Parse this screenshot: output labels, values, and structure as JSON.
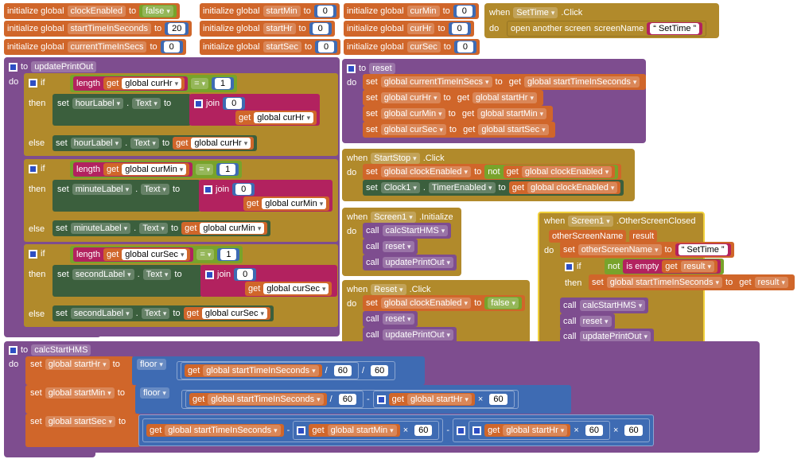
{
  "kw": {
    "init_global": "initialize global",
    "to": "to",
    "when": "when",
    "do": "do",
    "if": "if",
    "then": "then",
    "else": "else",
    "set": "set",
    "get": "get",
    "call": "call",
    "length": "length",
    "join": "join",
    "not": "not",
    "is_empty": "is empty",
    "floor": "floor",
    "dot": ".",
    "eq": "=",
    "div": "/",
    "minus": "-",
    "times": "×",
    "open_screen": "open another screen",
    "screenName": "screenName"
  },
  "vars": {
    "clockEnabled": "clockEnabled",
    "startTimeInSeconds": "startTimeInSeconds",
    "currentTimeInSecs": "currentTimeInSecs",
    "startMin": "startMin",
    "startHr": "startHr",
    "startSec": "startSec",
    "curMin": "curMin",
    "curHr": "curHr",
    "curSec": "curSec",
    "g_curHr": "global curHr",
    "g_curMin": "global curMin",
    "g_curSec": "global curSec",
    "g_startHr": "global startHr",
    "g_startMin": "global startMin",
    "g_startSec": "global startSec",
    "g_startTimeInSeconds": "global startTimeInSeconds",
    "g_currentTimeInSecs": "global currentTimeInSecs",
    "g_clockEnabled": "global clockEnabled",
    "result": "result",
    "otherScreenName": "otherScreenName"
  },
  "values": {
    "false": "false",
    "twenty": "20",
    "zero": "0",
    "one": "1",
    "sixty": "60",
    "SetTime": "SetTime"
  },
  "components": {
    "SetTime": "SetTime",
    "Click": ".Click",
    "StartStop": "StartStop",
    "Clock1": "Clock1",
    "TimerEnabled": "TimerEnabled",
    "Screen1": "Screen1",
    "Initialize": ".Initialize",
    "Reset": "Reset",
    "OtherScreenClosed": ".OtherScreenClosed",
    "hourLabel": "hourLabel",
    "minuteLabel": "minuteLabel",
    "secondLabel": "secondLabel",
    "Text": "Text"
  },
  "procs": {
    "updatePrintOut": "updatePrintOut",
    "reset": "reset",
    "calcStartHMS": "calcStartHMS"
  }
}
